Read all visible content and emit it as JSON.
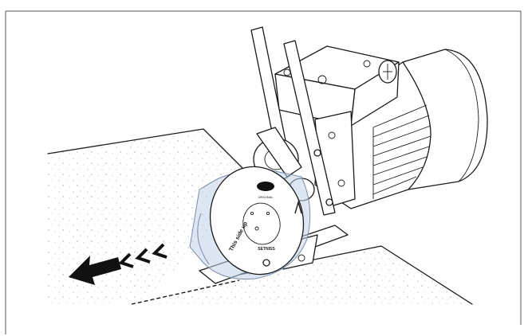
{
  "illustration": {
    "blade_label_main": "This side up",
    "blade_label_brand": "ORIGINAL",
    "blade_label_bottom": "SETNISS",
    "colors": {
      "line": "#1a1a1a",
      "guard_tint": "#bfd3ea",
      "arrow": "#111111",
      "surface_speckle": "#c9c9c9",
      "background": "#ffffff"
    },
    "icons": [
      "direction-arrow-icon",
      "chevron-icon",
      "rotation-arrow-icon"
    ]
  }
}
